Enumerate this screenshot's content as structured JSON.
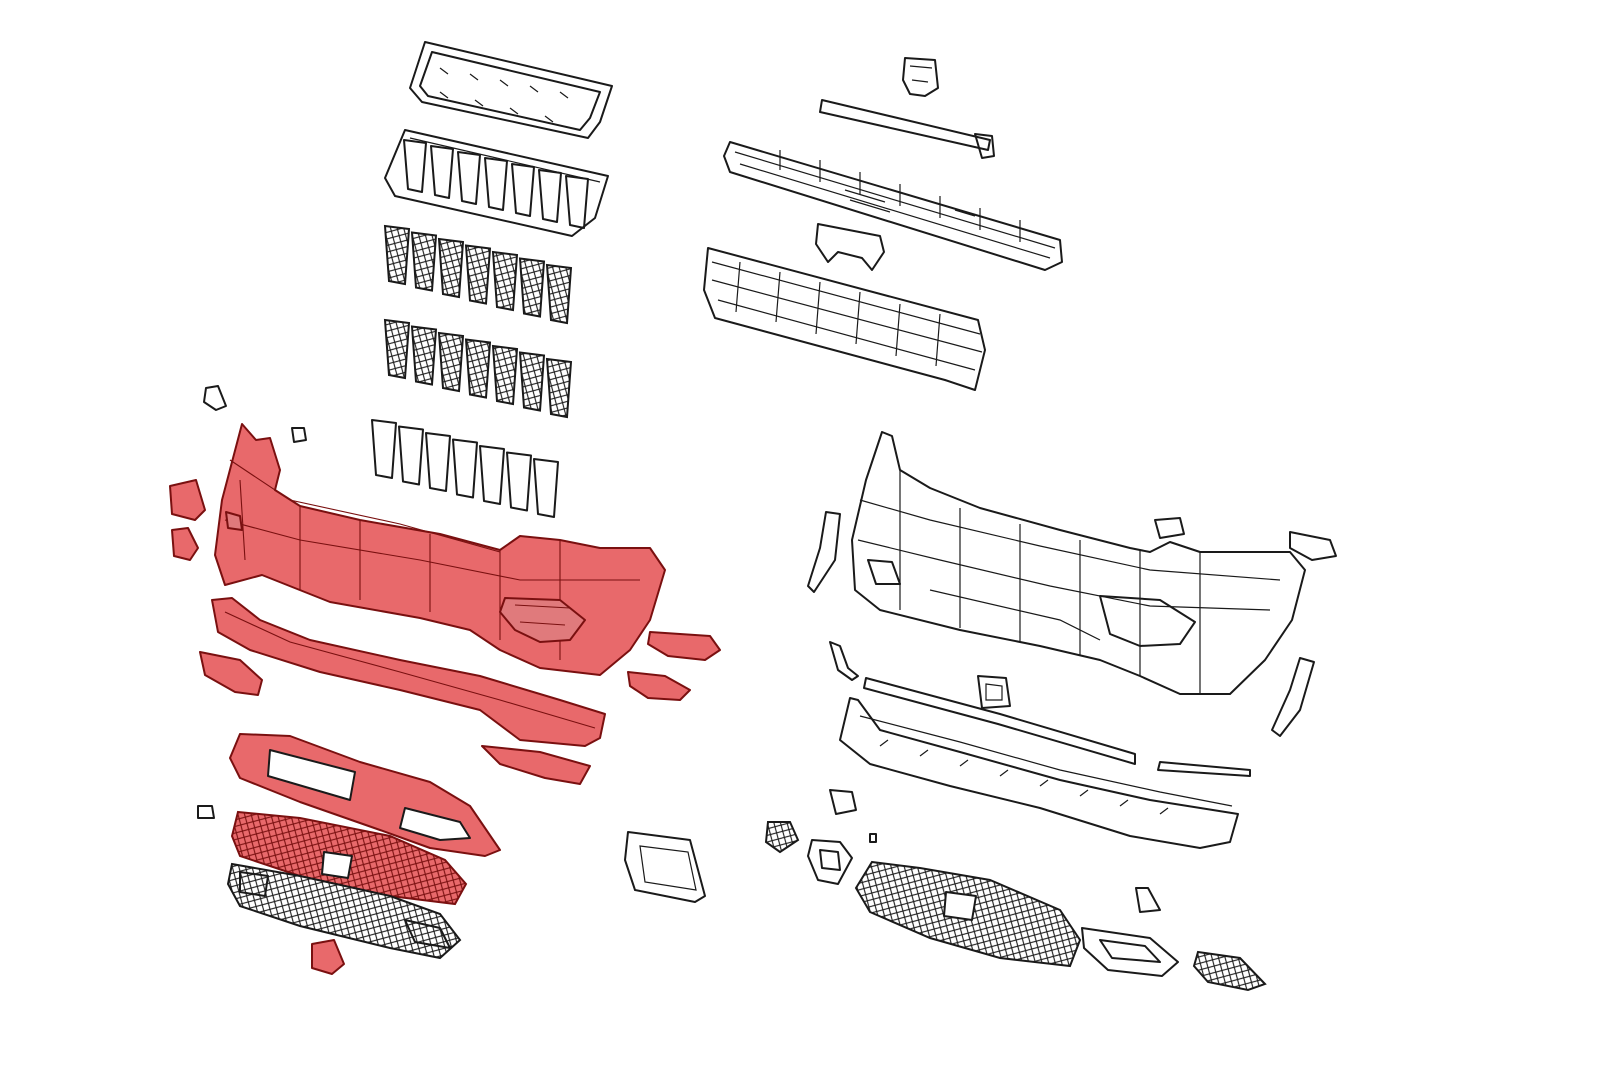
{
  "diagram": {
    "highlight_color": "#e8696b",
    "outline_color": "#1a1a1a",
    "background_color": "#ffffff",
    "groups": [
      {
        "id": "grille-assembly",
        "parts": [
          "grille-frame",
          "grille-shell",
          "grille-insert-upper",
          "grille-insert-lower",
          "grille-rings"
        ]
      },
      {
        "id": "bumper-structure",
        "parts": [
          "upper-clip",
          "reinforcement-beam",
          "center-bracket",
          "energy-absorber"
        ]
      },
      {
        "id": "highlighted-fascia",
        "parts": [
          "front-fascia",
          "lower-lip",
          "fog-bezels",
          "lower-grille-insert",
          "tow-hook-cover"
        ]
      },
      {
        "id": "alternate-fascia",
        "parts": [
          "front-fascia-alt",
          "air-dam",
          "side-brackets",
          "lower-grille-alt",
          "mesh-inserts"
        ]
      }
    ]
  }
}
